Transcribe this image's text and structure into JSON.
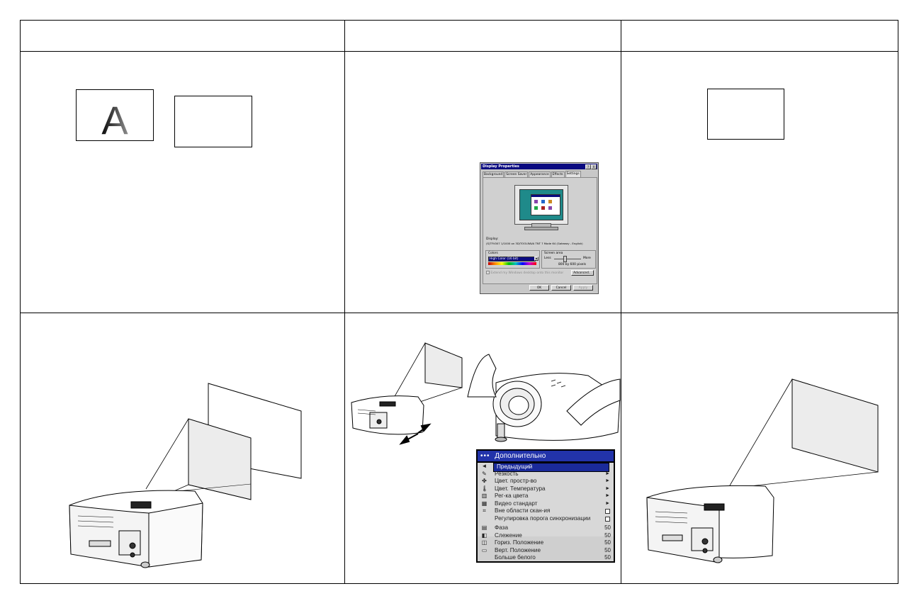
{
  "dialog": {
    "title": "Display Properties",
    "title_buttons": [
      "?",
      "X"
    ],
    "tabs": [
      "Background",
      "Screen Saver",
      "Appearance",
      "Effects",
      "Settings"
    ],
    "active_tab": "Settings",
    "display_label": "Display:",
    "display_value": "(S)TFV007 1/1000 on 3D/TOOLRAVA TNT 7 Mode 64 (Gateway - English)",
    "colors_label": "Colors",
    "colors_value": "High Color (16 bit)",
    "screen_area_label": "Screen area",
    "less_label": "Less",
    "more_label": "More",
    "resolution_value": "800 by 600 pixels",
    "extend_checkbox_label": "Extend my Windows desktop onto this monitor",
    "advanced_button": "Advanced...",
    "ok_button": "OK",
    "cancel_button": "Cancel",
    "apply_button": "Apply"
  },
  "menu": {
    "title": "Дополнительно",
    "items": [
      {
        "icon": "back-arrow-icon",
        "glyph": "◄",
        "label": "Предыдущий",
        "highlighted": true
      },
      {
        "icon": "sharpness-icon",
        "glyph": "✎",
        "label": "Резкость",
        "right": "submenu-arrow"
      },
      {
        "icon": "color-space-icon",
        "glyph": "✤",
        "label": "Цвет. простр-во",
        "right": "submenu-arrow"
      },
      {
        "icon": "thermometer-icon",
        "glyph": "🌡",
        "label": "Цвет. Температура",
        "right": "submenu-arrow"
      },
      {
        "icon": "color-control-icon",
        "glyph": "▥",
        "label": "Рег-ка цвета",
        "right": "submenu-arrow"
      },
      {
        "icon": "video-standard-icon",
        "glyph": "▦",
        "label": "Видео стандарт",
        "right": "submenu-arrow"
      },
      {
        "icon": "overscan-icon",
        "glyph": "⌗",
        "label": "Вне области скан-ия",
        "right": "checkbox"
      },
      {
        "icon": "",
        "glyph": "",
        "label": "Регулировка порога синхронизации",
        "right": "checkbox"
      },
      {
        "icon": "phase-icon",
        "glyph": "▤",
        "label": "Фаза",
        "value": "50"
      },
      {
        "icon": "tracking-icon",
        "glyph": "◧",
        "label": "Слежение",
        "value": "50"
      },
      {
        "icon": "horizontal-position-icon",
        "glyph": "◫",
        "label": "Гориз. Положение",
        "value": "50"
      },
      {
        "icon": "vertical-position-icon",
        "glyph": "▭",
        "label": "Верт. Положение",
        "value": "50"
      },
      {
        "icon": "",
        "glyph": "",
        "label": "Больше белого",
        "value": "50"
      }
    ],
    "submenu_arrow_glyph": "►"
  },
  "letter": "A",
  "colors": {
    "menu_header": "#2233aa",
    "menu_highlight": "#1a2a9a",
    "dialog_titlebar": "#0a0a80",
    "desktop_teal": "#1f8a8a"
  }
}
